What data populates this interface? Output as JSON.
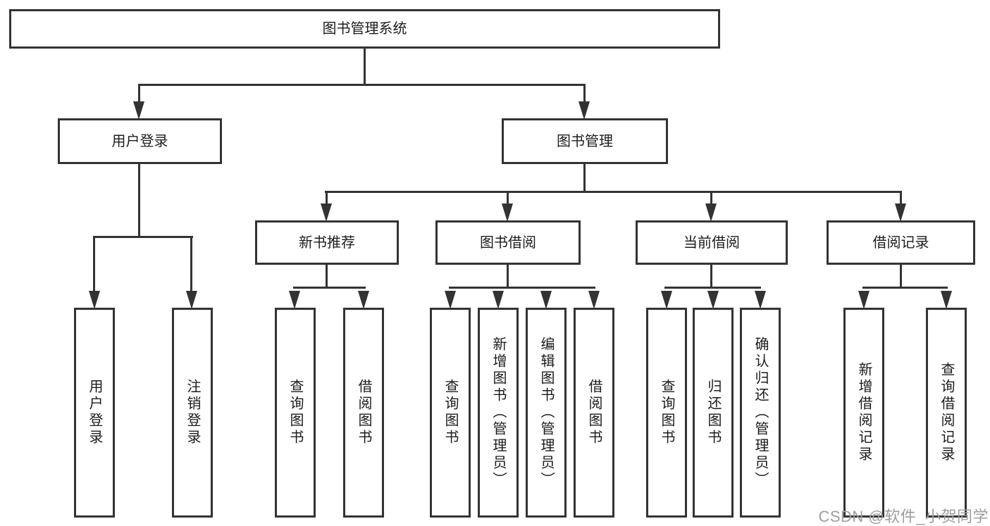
{
  "tree": {
    "label": "图书管理系统",
    "children": [
      {
        "label": "用户登录",
        "children": [
          {
            "label": "用户登录"
          },
          {
            "label": "注销登录"
          }
        ]
      },
      {
        "label": "图书管理",
        "children": [
          {
            "label": "新书推荐",
            "children": [
              {
                "label": "查询图书"
              },
              {
                "label": "借阅图书"
              }
            ]
          },
          {
            "label": "图书借阅",
            "children": [
              {
                "label": "查询图书"
              },
              {
                "label": "新增图书（管理员）"
              },
              {
                "label": "编辑图书（管理员）"
              },
              {
                "label": "借阅图书"
              }
            ]
          },
          {
            "label": "当前借阅",
            "children": [
              {
                "label": "查询图书"
              },
              {
                "label": "归还图书"
              },
              {
                "label": "确认归还（管理员）"
              }
            ]
          },
          {
            "label": "借阅记录",
            "children": [
              {
                "label": "新增借阅记录"
              },
              {
                "label": "查询借阅记录"
              }
            ]
          }
        ]
      }
    ]
  },
  "watermark": {
    "text": "CSDN @软件_小贺同学"
  },
  "colors": {
    "line": "#333333",
    "box_border": "#333333",
    "text": "#1c1c1c",
    "watermark": "#9e9e9e",
    "background": "#ffffff"
  }
}
